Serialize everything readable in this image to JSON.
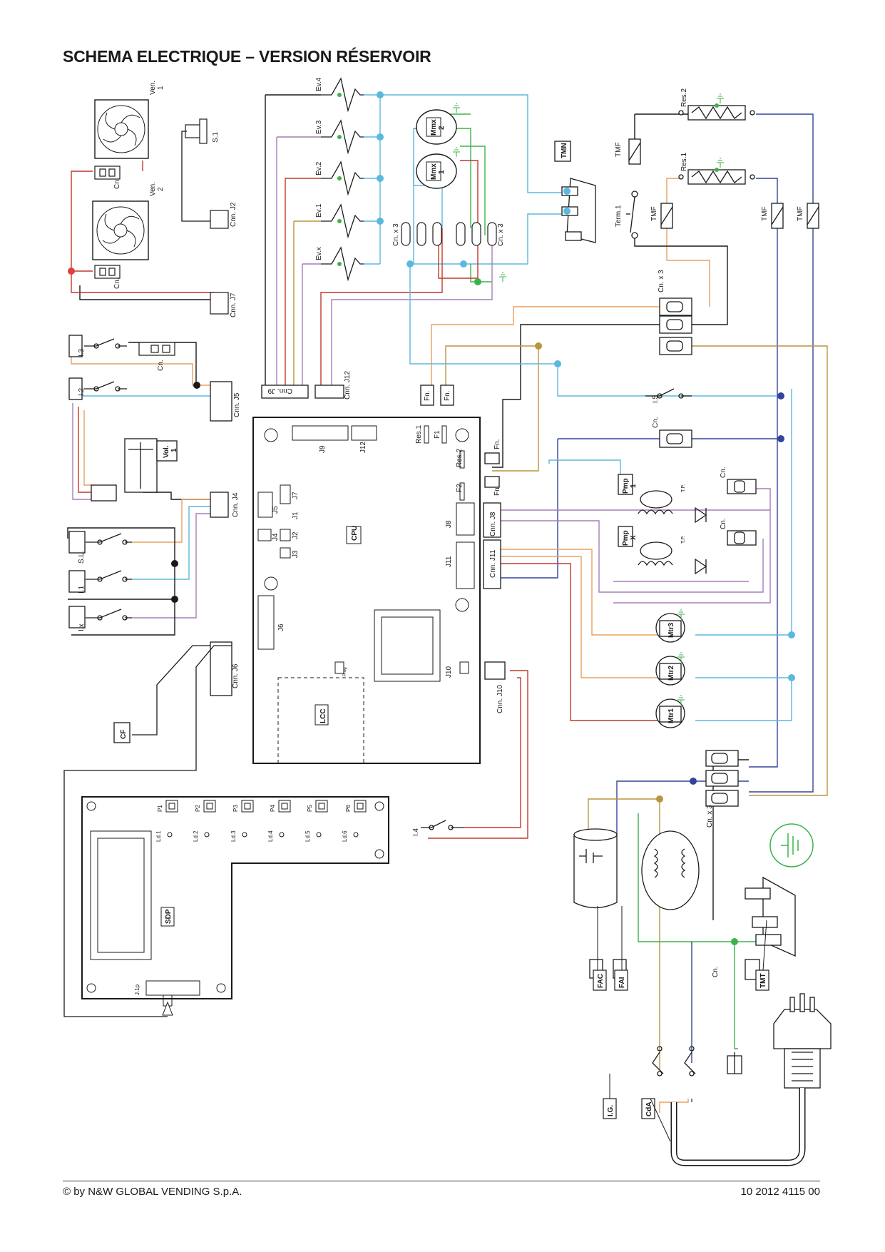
{
  "title": "SCHEMA ELECTRIQUE – VERSION RÉSERVOIR",
  "footer": {
    "copyright": "© by N&W GLOBAL VENDING S.p.A.",
    "code": "10 2012 4115 00"
  },
  "colors": {
    "blue": "#5bb8de",
    "green": "#3db24a",
    "red": "#c0392b",
    "orange": "#e8a060",
    "purple": "#a77db8",
    "tan": "#b8963c",
    "navy": "#33449a",
    "black": "#1a1a1a"
  },
  "labels": {
    "ven1": [
      "Ven.",
      "1"
    ],
    "ven2": [
      "Ven.",
      "2"
    ],
    "s1": "S.1",
    "cn": "Cn.",
    "cnmj2": "Cnn. J2",
    "cnmj7": "Cnn. J7",
    "ev4": "Ev.4",
    "ev3": "Ev.3",
    "ev2": "Ev.2",
    "ev1": "Ev.1",
    "evx": "Ev.x",
    "mmx2": [
      "Mmx",
      "2"
    ],
    "mmx1": [
      "Mmx",
      "1"
    ],
    "cnx3": "Cn. x 3",
    "tmn": "TMN",
    "res2": "Res.2",
    "res1": "Res.1",
    "tmf": "TMF",
    "term1": "Term.1",
    "cnmj9": "Cnn. J9",
    "cnmj12": "Cnn. J12",
    "fn": "Fn.",
    "i3": "I.3",
    "i2": "I.2",
    "i5": "I.5",
    "cnmj5": "Cnn. J5",
    "vol1": [
      "Vol.",
      "1"
    ],
    "cnmj4": "Cnn. J4",
    "sl": "S.L.",
    "i1": "I.1",
    "ix": "I.x",
    "cnmj6": "Cnn. J6",
    "cf": "CF",
    "j9": "J9",
    "j12": "J12",
    "res1b": "Res.1",
    "f1": "F1",
    "res2b": "Res.2",
    "f2": "F2",
    "j5": "J5",
    "j7": "J7",
    "j1": "J1",
    "j4": "J4",
    "j2": "J2",
    "j3": "J3",
    "cpu": "CPU",
    "j8": "J8",
    "j11": "J11",
    "j6": "J6",
    "j10": "J10",
    "prog": "Prog",
    "lcc": "LCC",
    "cnmj8": "Cnn. J8",
    "cnmj11": "Cnn. J11",
    "cnmj10": "Cnn. J10",
    "pmp1": [
      "Pmp",
      "1"
    ],
    "pmpx": [
      "Pmp",
      "X"
    ],
    "tp": "T.P.",
    "mtr3": "Mtr3",
    "mtr2": "Mtr2",
    "mtr1": "Mtr1",
    "p1": "P1",
    "p2": "P2",
    "p3": "P3",
    "p4": "P4",
    "p5": "P5",
    "p6": "P6",
    "ld1": "Ld.1",
    "ld2": "Ld.2",
    "ld3": "Ld.3",
    "ld4": "Ld.4",
    "ld5": "Ld.5",
    "ld6": "Ld.6",
    "sdp": "SDP",
    "j1p": "J.1p",
    "i4": "I.4",
    "fac": "FAC",
    "fai": "FAI",
    "tmt": "TMT",
    "ig": "I.G.",
    "cda": "CdA"
  }
}
